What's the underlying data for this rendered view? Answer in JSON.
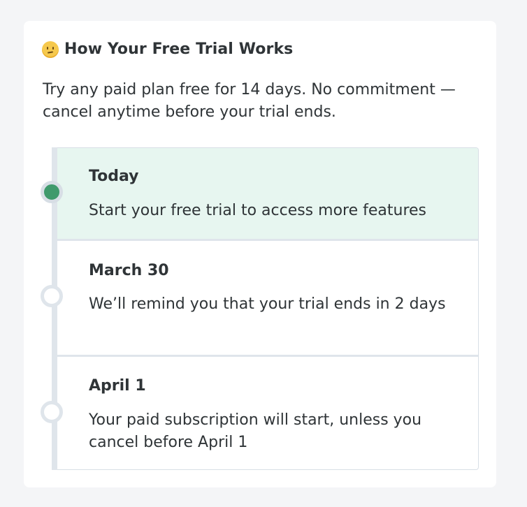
{
  "header": {
    "emoji": "thinking-face-icon",
    "title": "How Your Free Trial Works"
  },
  "intro": {
    "text": "Try any paid plan free for 14 days. No commitment — cancel anytime before your trial ends."
  },
  "steps": [
    {
      "title": "Today",
      "text": "Start your free trial to access more features",
      "state": "active"
    },
    {
      "title": "March 30",
      "text": "We’ll remind you that your trial ends in 2 days",
      "state": "upcoming"
    },
    {
      "title": "April 1",
      "text": "Your paid subscription will start, unless you cancel before April 1",
      "state": "upcoming"
    }
  ],
  "colors": {
    "background": "#f4f5f7",
    "card": "#ffffff",
    "text": "#2f3437",
    "active_step": "#e7f6f0",
    "active_marker": "#3f9a6c",
    "rail": "#dfe5eb"
  }
}
